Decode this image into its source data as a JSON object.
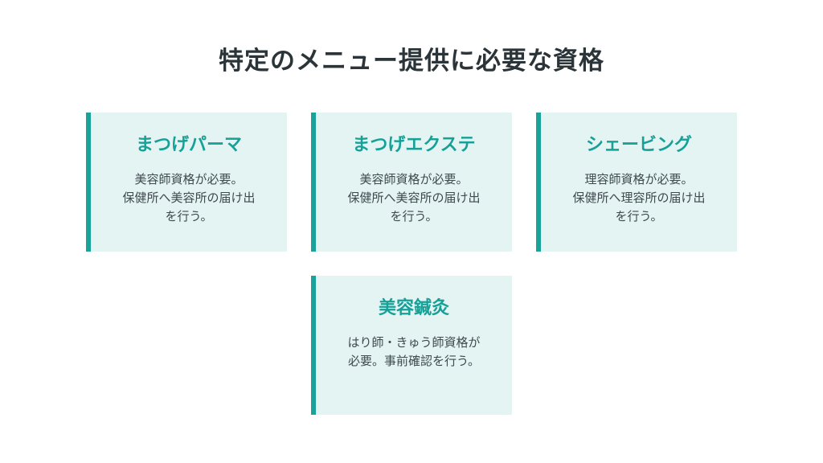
{
  "page": {
    "title": "特定のメニュー提供に必要な資格"
  },
  "colors": {
    "accent": "#19a39b",
    "card_background": "#e3f4f3",
    "title_text": "#2b3438",
    "body_text": "#3f4a4e"
  },
  "cards": [
    {
      "title": "まつげパーマ",
      "lines": [
        "美容師資格が必要。",
        "保健所へ美容所の届け出",
        "を行う。"
      ]
    },
    {
      "title": "まつげエクステ",
      "lines": [
        "美容師資格が必要。",
        "保健所へ美容所の届け出",
        "を行う。"
      ]
    },
    {
      "title": "シェービング",
      "lines": [
        "理容師資格が必要。",
        "保健所へ理容所の届け出",
        "を行う。"
      ]
    },
    {
      "title": "美容鍼灸",
      "lines": [
        "はり師・きゅう師資格が",
        "必要。事前確認を行う。"
      ]
    }
  ]
}
